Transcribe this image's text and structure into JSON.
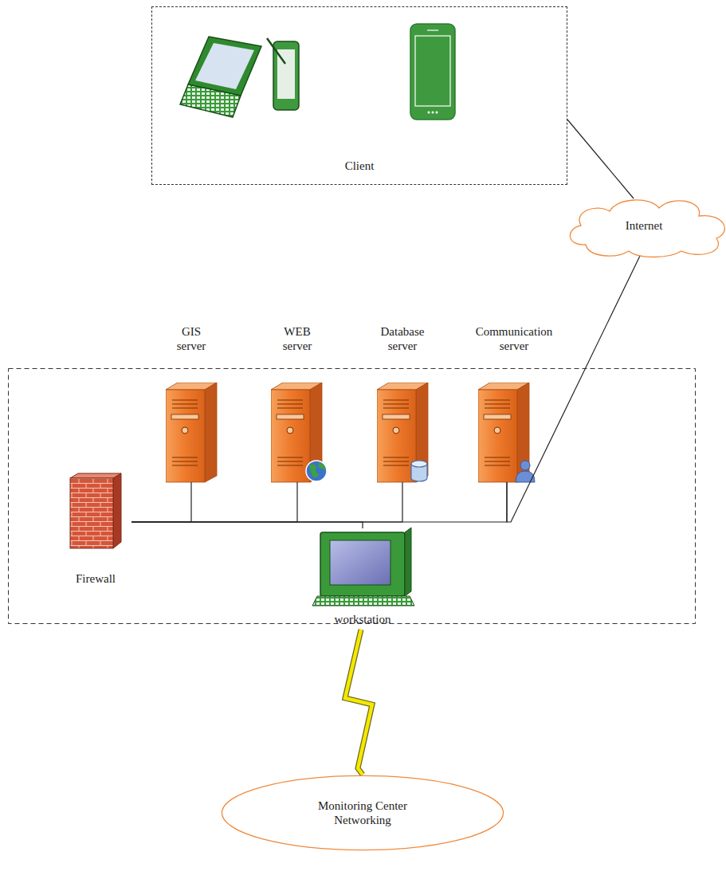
{
  "diagram": {
    "nodes": [
      {
        "text": [
          "Client"
        ]
      },
      {
        "text": [
          "Internet"
        ]
      },
      {
        "text": [
          "GIS server"
        ]
      },
      {
        "text": [
          "WEB server"
        ]
      },
      {
        "text": [
          "Database server"
        ]
      },
      {
        "text": [
          "Communication server"
        ]
      },
      {
        "text": [
          "Firewall"
        ]
      },
      {
        "text": [
          "workstation"
        ]
      },
      {
        "text": [
          "Monitoring Center Networking"
        ]
      }
    ],
    "edges": [
      {
        "from": 0,
        "to": 1,
        "arrow": "none"
      },
      {
        "from": 1,
        "to": 5,
        "arrow": "none"
      },
      {
        "from": 6,
        "to": 2,
        "arrow": "none"
      },
      {
        "from": 6,
        "to": 3,
        "arrow": "none"
      },
      {
        "from": 6,
        "to": 4,
        "arrow": "none"
      },
      {
        "from": 6,
        "to": 5,
        "arrow": "none"
      },
      {
        "from": 6,
        "to": 7,
        "arrow": "none"
      },
      {
        "from": 7,
        "to": 8,
        "arrow": "none"
      }
    ]
  }
}
